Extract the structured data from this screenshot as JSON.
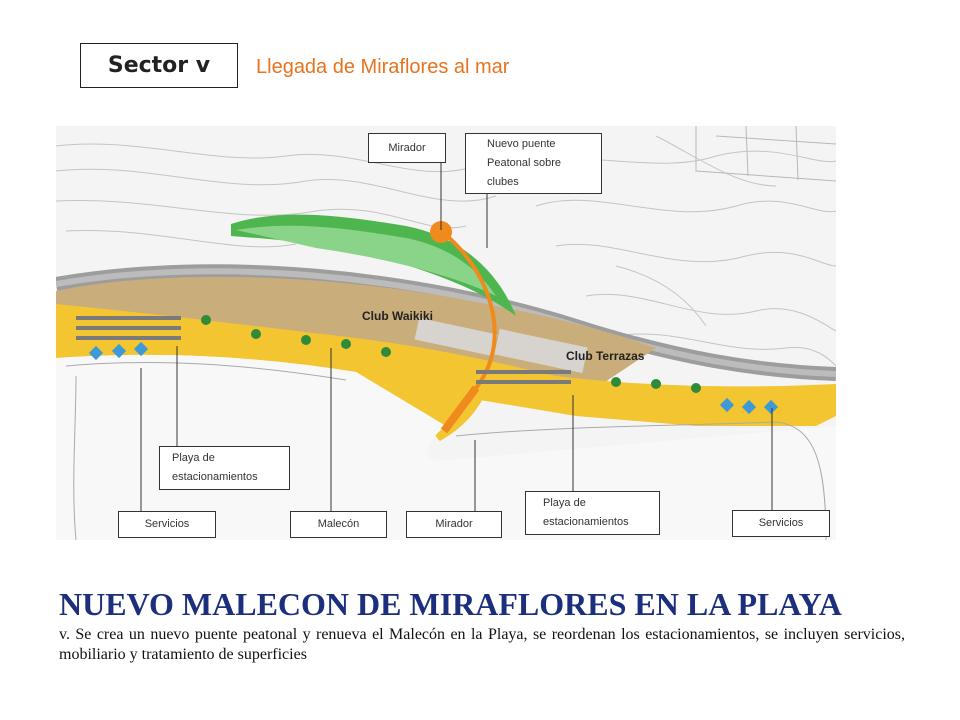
{
  "header": {
    "sector_label": "Sector v",
    "subtitle": "Llegada de Miraflores al mar"
  },
  "map": {
    "labels": {
      "club_waikiki": "Club Waikiki",
      "club_terrazas": "Club Terrazas"
    },
    "callouts": {
      "mirador_top": "Mirador",
      "nuevo_puente_1": "Nuevo puente",
      "nuevo_puente_2": "Peatonal sobre",
      "nuevo_puente_3": "clubes",
      "playa_left_1": "Playa de",
      "playa_left_2": "estacionamientos",
      "servicios_left": "Servicios",
      "malecon": "Malecón",
      "mirador_bottom": "Mirador",
      "playa_right_1": "Playa de",
      "playa_right_2": "estacionamientos",
      "servicios_right": "Servicios"
    },
    "colors": {
      "beach": "#f2c531",
      "platform": "#c9ad7a",
      "park": "#4fb64f",
      "bridge": "#f08a1d",
      "road": "#9d9d9d",
      "pool": "#3d9ad6"
    }
  },
  "footer": {
    "title": "NUEVO MALECON DE MIRAFLORES EN LA PLAYA",
    "description": "v. Se crea un nuevo puente peatonal y renueva el Malecón en la Playa, se reordenan los estacionamientos, se incluyen servicios, mobiliario y tratamiento de superficies"
  }
}
